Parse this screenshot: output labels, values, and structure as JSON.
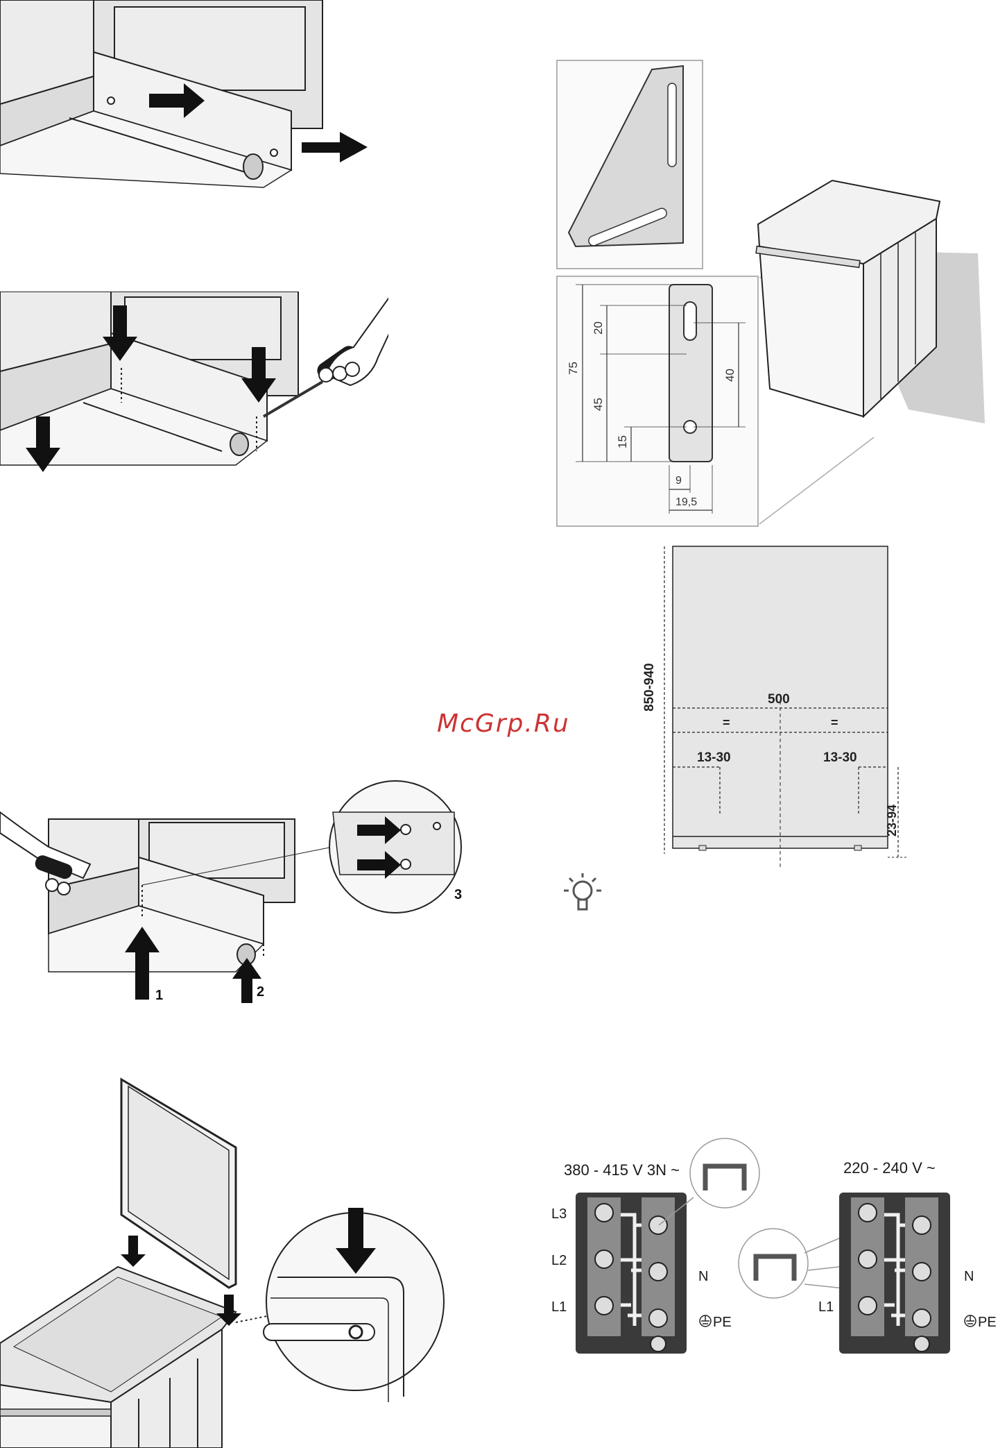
{
  "watermark": "McGrp.Ru",
  "step3": {
    "callout_1": "1",
    "callout_2": "2",
    "callout_3": "3"
  },
  "bracket_dims": {
    "d75": "75",
    "d20": "20",
    "d45": "45",
    "d15": "15",
    "d40": "40",
    "d9": "9",
    "d19_5": "19,5"
  },
  "niche_dims": {
    "height": "850-940",
    "width": "500",
    "eq_left": "=",
    "eq_right": "=",
    "offset_left": "13-30",
    "offset_right": "13-30",
    "foot": "23-94"
  },
  "tip_icon": "lightbulb-icon",
  "wiring": {
    "left_voltage": "380 - 415 V 3N ~",
    "right_voltage": "220 - 240 V ~",
    "left_labels": {
      "l3": "L3",
      "l2": "L2",
      "l1": "L1",
      "n": "N",
      "pe": "PE"
    },
    "right_labels": {
      "l1": "L1",
      "n": "N",
      "pe": "PE"
    },
    "ground_icon": "ground-icon"
  },
  "colors": {
    "watermark": "#cc3333",
    "panel_gray": "#e6e6e6",
    "terminal_dark": "#3a3a3a"
  }
}
